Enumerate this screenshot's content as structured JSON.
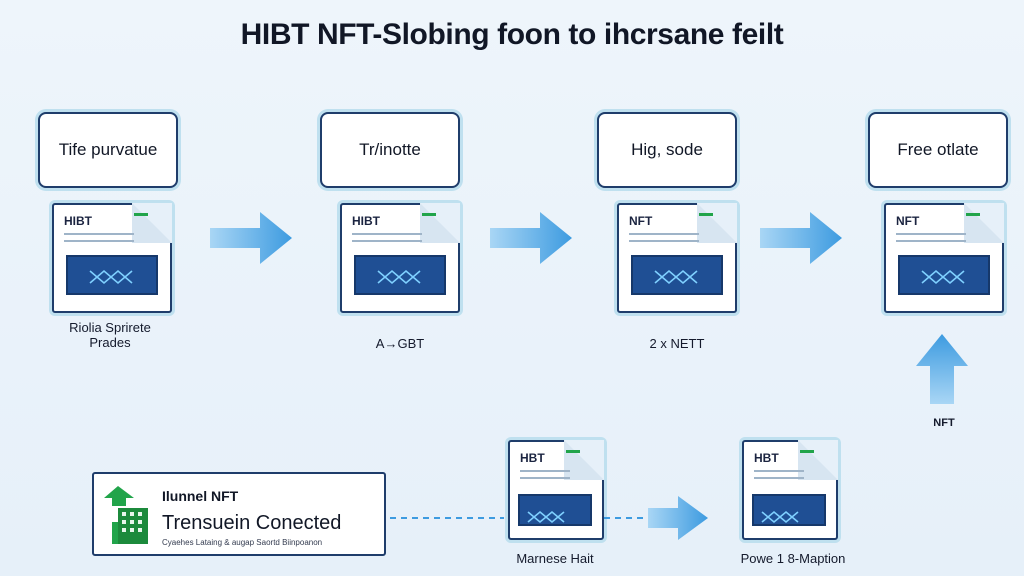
{
  "title": "HIBT NFT-Slobing foon to ihcrsane feilt",
  "steps": [
    {
      "box": "Tife purvatue",
      "doc": "HIBT",
      "caption": "Riolia Sprirete\nPrades"
    },
    {
      "box": "Tr/inotte",
      "doc": "HIBT",
      "caption": "A→GBT"
    },
    {
      "box": "Hig, sode",
      "doc": "NFT",
      "caption": "2 x NETT"
    },
    {
      "box": "Free otlate",
      "doc": "NFT",
      "caption": "NFT"
    }
  ],
  "bottom_docs": [
    {
      "doc": "HBT",
      "caption": "Marnese Hait"
    },
    {
      "doc": "HBT",
      "caption": "Powe 1 8-Maption"
    }
  ],
  "info_box": {
    "line1": "Ilunnel NFT",
    "line2": "Trensuein Conected",
    "line3": "Cyaehes Lataing & augap Saortd Biinpoanon"
  },
  "colors": {
    "arrow": "#3d9be0",
    "arrow_light": "#a9d6f5",
    "border": "#1f3d6b",
    "screen": "#1f4f94",
    "accent_green": "#21a44a"
  }
}
